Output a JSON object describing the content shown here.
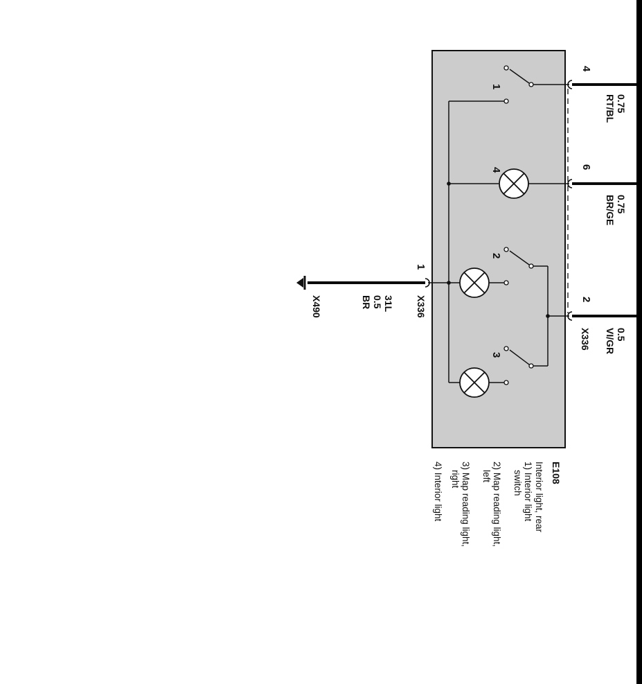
{
  "component": {
    "id": "E108",
    "description_lines": [
      "Interior light, rear",
      "1) Interior light",
      "switch",
      "2) Map reading light,",
      "left",
      "3) Map reading light,",
      "right",
      "4) Interior light"
    ]
  },
  "internal_labels": [
    "1",
    "4",
    "2",
    "3"
  ],
  "right_connector": {
    "id": "X336",
    "pins": [
      {
        "pin": "4",
        "size": "0.75",
        "color": "RT/BL"
      },
      {
        "pin": "6",
        "size": "0.75",
        "color": "BR/GE"
      },
      {
        "pin": "2",
        "size": "0.5",
        "color": "VI/GR"
      }
    ]
  },
  "left_connector": {
    "id": "X336",
    "pin": "1",
    "terminal": "31L",
    "size": "0.5",
    "color": "BR",
    "ground": "X490"
  },
  "colors": {
    "housing_fill": "#cccccc",
    "line": "#111111",
    "wire": "#0a0a0a"
  }
}
